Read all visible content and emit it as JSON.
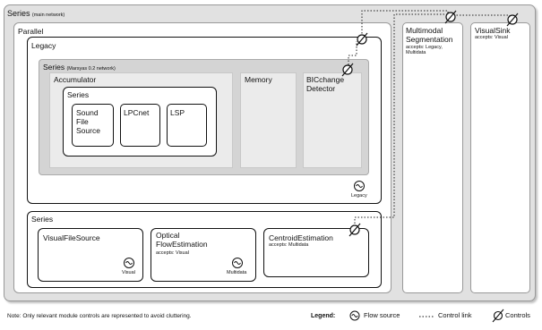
{
  "colors": {
    "outer_fill": "#e1e1e1",
    "panel_fill": "#ffffff",
    "gray_fill": "#d4d4d4",
    "inner_gray_fill": "#ebebeb",
    "stroke": "#111111"
  },
  "icons": {
    "flow_source": "flow-source-icon",
    "controls": "controls-icon",
    "control_link": "control-link-icon"
  },
  "diagram": {
    "main_series": {
      "title": "Series",
      "subtitle": "(main network)"
    },
    "parallel": {
      "title": "Parallel"
    },
    "legacy": {
      "title": "Legacy",
      "flow_label": "Legacy"
    },
    "marsyas_series": {
      "title": "Series",
      "subtitle": "(Marsyas 0.2 network)"
    },
    "accumulator": {
      "title": "Accumulator"
    },
    "inner_series": {
      "title": "Series"
    },
    "sound_file_source": {
      "lines": [
        "Sound",
        "File",
        "Source"
      ]
    },
    "lpcnet": {
      "title": "LPCnet"
    },
    "lsp": {
      "title": "LSP"
    },
    "memory": {
      "title": "Memory"
    },
    "bic": {
      "lines": [
        "BICchange",
        "Detector"
      ]
    },
    "series_bottom": {
      "title": "Series"
    },
    "visual_file_source": {
      "title": "VisualFileSource",
      "flow_label": "Visual"
    },
    "optical_flow": {
      "lines": [
        "Optical",
        "FlowEstimation"
      ],
      "accepts": "accepts: Visual",
      "flow_label": "Multidata"
    },
    "centroid": {
      "title": "CentroidEstimation",
      "accepts": "accepts: Multidata"
    },
    "multimodal": {
      "lines": [
        "Multimodal",
        "Segmentation"
      ],
      "accepts_lines": [
        "accepts: Legacy,",
        "Multidata"
      ]
    },
    "visual_sink": {
      "title": "VisualSink",
      "accepts": "accepts: Visual"
    }
  },
  "footer": {
    "note": "Note: Only relevant module controls are represented to avoid cluttering.",
    "legend_title": "Legend:",
    "flow_source": "Flow source",
    "control_link": "Control link",
    "controls": "Controls"
  }
}
